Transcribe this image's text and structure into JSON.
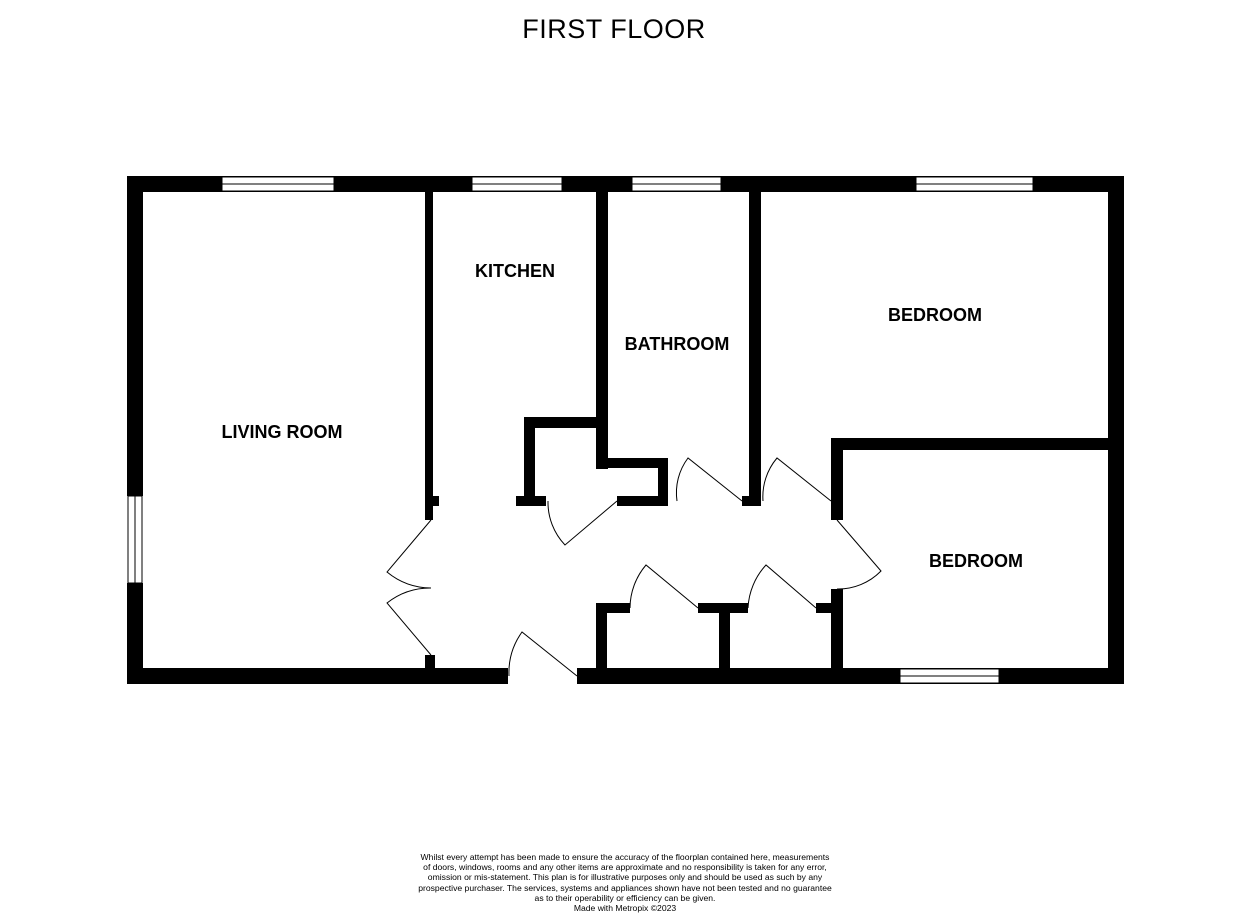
{
  "title": "FIRST FLOOR",
  "rooms": {
    "living_room": "LIVING ROOM",
    "kitchen": "KITCHEN",
    "bathroom": "BATHROOM",
    "bedroom_1": "BEDROOM",
    "bedroom_2": "BEDROOM"
  },
  "disclaimer": {
    "lines": [
      "Whilst every attempt has been made to ensure the accuracy of the floorplan contained here, measurements",
      "of doors, windows, rooms and any other items are approximate and no responsibility is taken for any error,",
      "omission or mis-statement. This plan is for illustrative purposes only and should be used as such by any",
      "prospective purchaser. The services, systems and appliances shown have not been tested and no guarantee",
      "as to their operability or efficiency can be given."
    ],
    "credit": "Made with Metropix ©2023"
  },
  "colors": {
    "wall": "#000000",
    "background": "#ffffff"
  }
}
